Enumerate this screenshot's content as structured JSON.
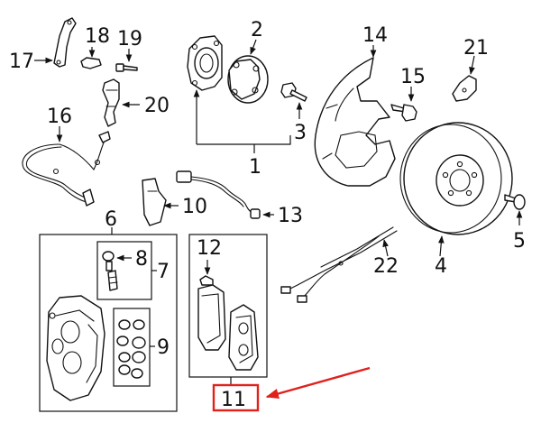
{
  "diagram": {
    "callouts": {
      "c1": "1",
      "c2": "2",
      "c3": "3",
      "c4": "4",
      "c5": "5",
      "c6": "6",
      "c7": "7",
      "c8": "8",
      "c9": "9",
      "c10": "10",
      "c11": "11",
      "c12": "12",
      "c13": "13",
      "c14": "14",
      "c15": "15",
      "c16": "16",
      "c17": "17",
      "c18": "18",
      "c19": "19",
      "c20": "20",
      "c21": "21",
      "c22": "22"
    },
    "highlight": {
      "color": "#e0211b"
    }
  }
}
